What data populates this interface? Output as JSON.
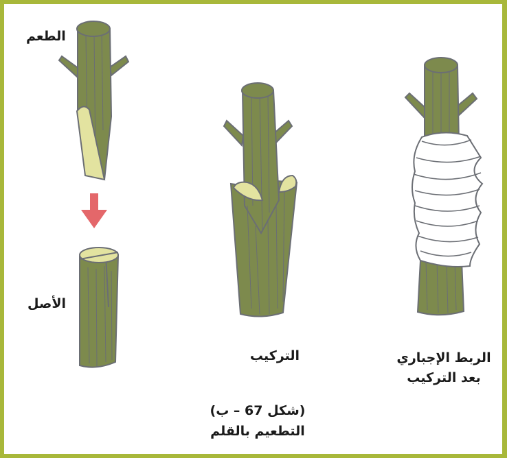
{
  "labels": {
    "scion": "الطعم",
    "rootstock": "الأصل",
    "assembly": "التركيب",
    "binding_line1": "الربط الإجباري",
    "binding_line2": "بعد التركيب"
  },
  "caption": {
    "figure_number": "(شكل 67 – ب)",
    "title": "التطعيم بالقلم"
  },
  "colors": {
    "frame": "#a8b83a",
    "bark": "#7d8a4d",
    "bark_outline": "#6b6e74",
    "cut_wood": "#e3e3a0",
    "arrow": "#e4676a",
    "binding_tape": "#ffffff"
  }
}
